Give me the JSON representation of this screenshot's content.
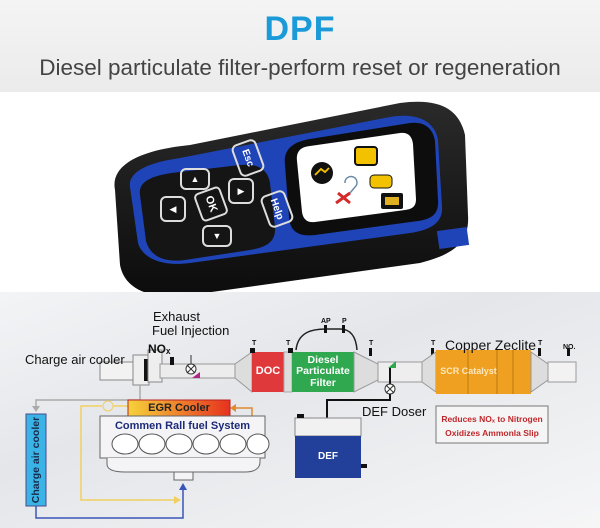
{
  "header": {
    "title": "DPF",
    "subtitle": "Diesel particulate filter-perform reset or regeneration",
    "title_color": "#1a9ad8"
  },
  "device": {
    "buttons": {
      "esc": "Esc",
      "ok": "OK",
      "help": "Help",
      "up": "▲",
      "down": "▼",
      "left": "◀",
      "right": "▶"
    },
    "screen_icons": [
      "oil-reset-icon",
      "engine-check-icon",
      "tpms-sensor-icon",
      "car-icon",
      "tools-icon",
      "battery-icon"
    ],
    "body_color": "#1f44b8",
    "keypad_color": "#151515"
  },
  "diagram": {
    "labels": {
      "exhaust_line1": "Exhaust",
      "exhaust_line2": "Fuel Injection",
      "charge_air_cooler": "Charge air cooler",
      "nox_in": "NOₓ",
      "doc": "DOC",
      "dpf": "Diesel Particulate Filter",
      "dpf_line1": "Diesel",
      "dpf_line2": "Particulate",
      "dpf_line3": "Filter",
      "ap": "AP",
      "p": "P",
      "t": "T",
      "copper_zeolite": "Copper Zeclite",
      "scr_catalyst": "SCR Catalyst",
      "nox_out": "NO.",
      "def_doser": "DEF Doser",
      "def": "DEF",
      "egr_cooler": "EGR Cooler",
      "common_rail": "Commen Rall fuel System",
      "charge_air_cooler_vertical": "Charge air cooler",
      "info_line1": "Reduces NOₓ to Nitrogen",
      "info_line2": "Oxidizes Ammonla Slip"
    },
    "colors": {
      "doc": "#e0393c",
      "dpf": "#2fa84f",
      "scr": "#f0a020",
      "def": "#22409a",
      "charge_cooler": "#3ab3e6",
      "egr_start": "#f6d23a",
      "egr_end": "#e6321e",
      "info_text": "#c0282c"
    }
  }
}
